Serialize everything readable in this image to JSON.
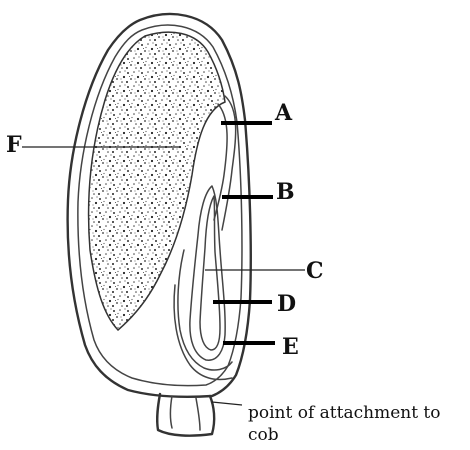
{
  "labels": {
    "A": "A",
    "B": "B",
    "C": "C",
    "D": "D",
    "E": "E",
    "F": "F"
  },
  "attachment_note": [
    "point of attachment to",
    "cob"
  ]
}
